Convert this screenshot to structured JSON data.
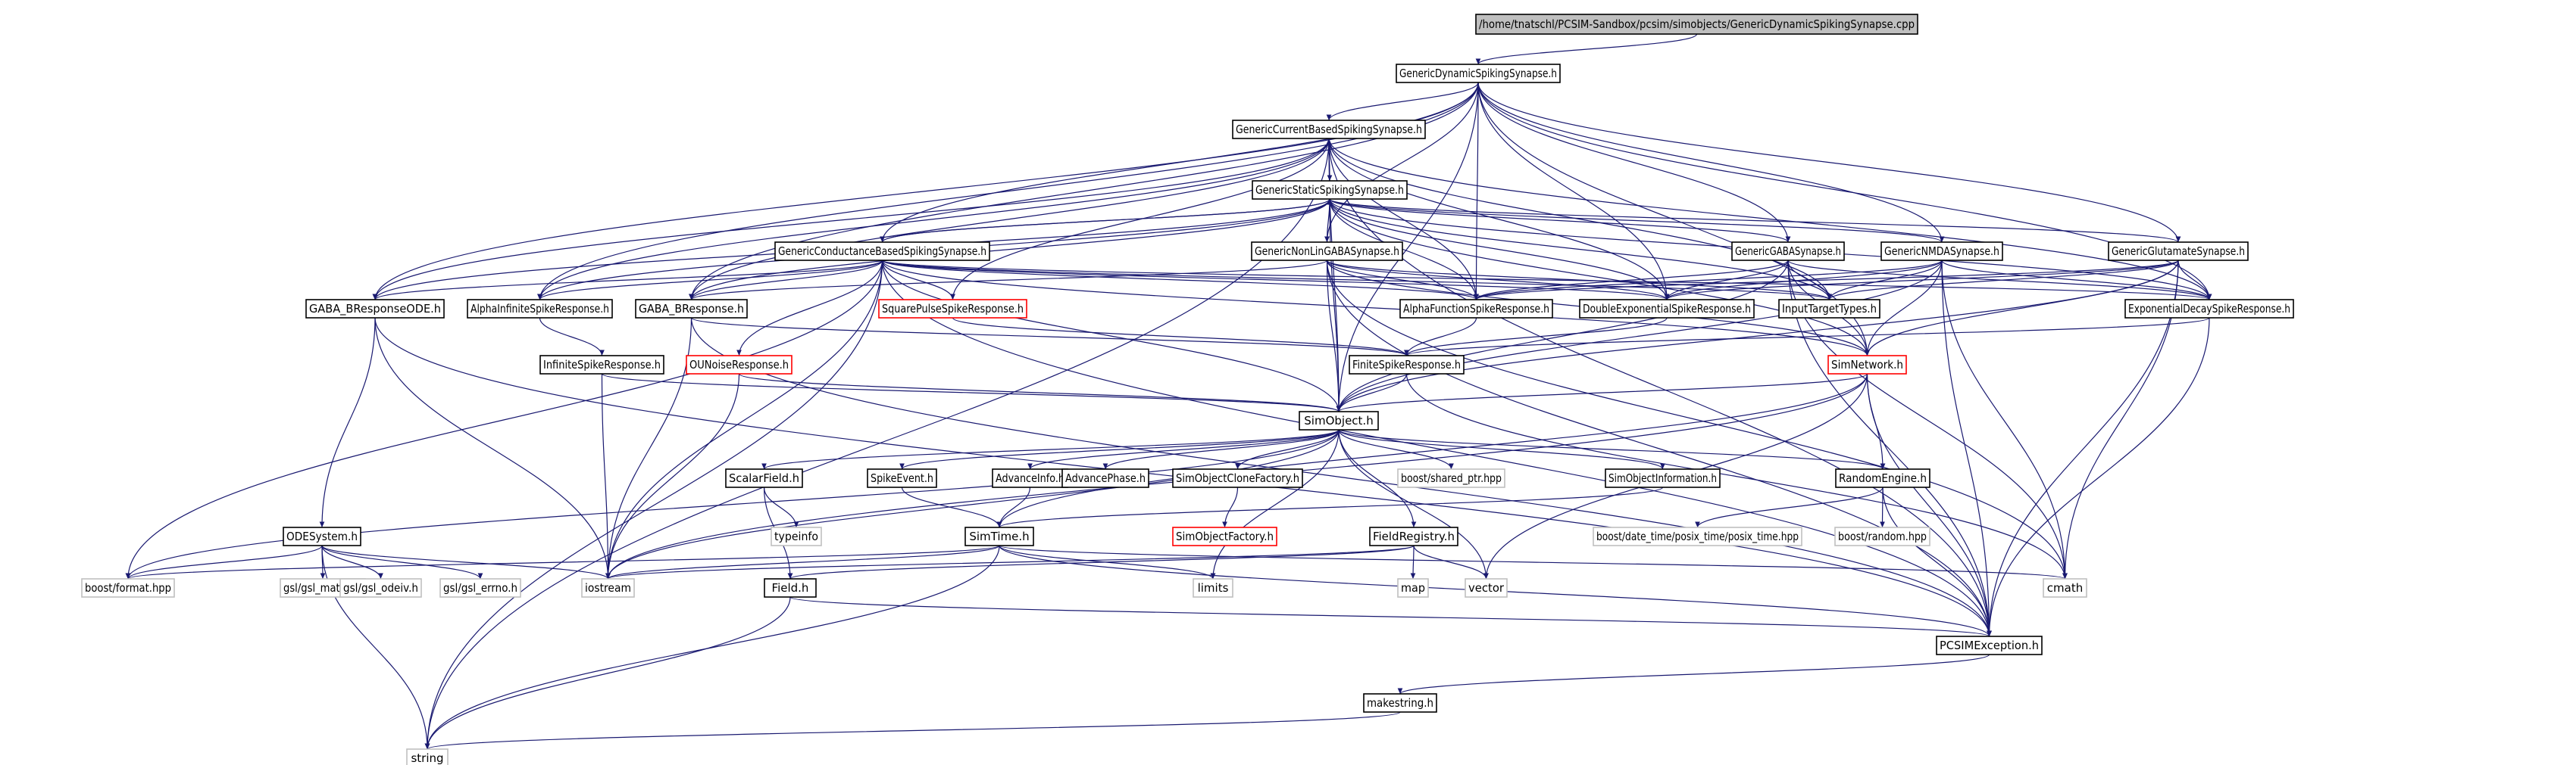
{
  "colors": {
    "edge": "#191970",
    "root_fill": "#bfbfbf",
    "node_border": "#000000",
    "missing_border": "#c0c0c0",
    "external_border": "#c0c0c0",
    "undocumented_border": "#ff0000"
  },
  "nodes": [
    {
      "id": "root",
      "label": "/home/tnatschl/PCSIM-Sandbox/pcsim/simobjects/GenericDynamicSpikingSynapse.cpp",
      "kind": "root"
    },
    {
      "id": "gdss",
      "label": "GenericDynamicSpikingSynapse.h",
      "kind": "normal"
    },
    {
      "id": "gcbss",
      "label": "GenericCurrentBasedSpikingSynapse.h",
      "kind": "normal"
    },
    {
      "id": "gsss",
      "label": "GenericStaticSpikingSynapse.h",
      "kind": "normal"
    },
    {
      "id": "gcondbss",
      "label": "GenericConductanceBasedSpikingSynapse.h",
      "kind": "normal"
    },
    {
      "id": "gnlgaba",
      "label": "GenericNonLinGABASynapse.h",
      "kind": "normal"
    },
    {
      "id": "ggaba",
      "label": "GenericGABASynapse.h",
      "kind": "normal"
    },
    {
      "id": "gnmda",
      "label": "GenericNMDASynapse.h",
      "kind": "normal"
    },
    {
      "id": "gglu",
      "label": "GenericGlutamateSynapse.h",
      "kind": "normal"
    },
    {
      "id": "gabaode",
      "label": "GABA_BResponseODE.h",
      "kind": "normal"
    },
    {
      "id": "alphainf",
      "label": "AlphaInfiniteSpikeResponse.h",
      "kind": "normal"
    },
    {
      "id": "gabab",
      "label": "GABA_BResponse.h",
      "kind": "normal"
    },
    {
      "id": "sqpulse",
      "label": "SquarePulseSpikeResponse.h",
      "kind": "undocumented"
    },
    {
      "id": "alphafn",
      "label": "AlphaFunctionSpikeResponse.h",
      "kind": "normal"
    },
    {
      "id": "dblexp",
      "label": "DoubleExponentialSpikeResponse.h",
      "kind": "normal"
    },
    {
      "id": "inputtt",
      "label": "InputTargetTypes.h",
      "kind": "normal"
    },
    {
      "id": "expdecay",
      "label": "ExponentialDecaySpikeResponse.h",
      "kind": "normal"
    },
    {
      "id": "infspike",
      "label": "InfiniteSpikeResponse.h",
      "kind": "normal"
    },
    {
      "id": "ounoise",
      "label": "OUNoiseResponse.h",
      "kind": "undocumented"
    },
    {
      "id": "finspike",
      "label": "FiniteSpikeResponse.h",
      "kind": "normal"
    },
    {
      "id": "simnet",
      "label": "SimNetwork.h",
      "kind": "undocumented"
    },
    {
      "id": "simobj",
      "label": "SimObject.h",
      "kind": "normal"
    },
    {
      "id": "scalar",
      "label": "ScalarField.h",
      "kind": "normal"
    },
    {
      "id": "spikeev",
      "label": "SpikeEvent.h",
      "kind": "normal"
    },
    {
      "id": "advinfo",
      "label": "AdvanceInfo.h",
      "kind": "normal"
    },
    {
      "id": "advphase",
      "label": "AdvancePhase.h",
      "kind": "normal"
    },
    {
      "id": "socf",
      "label": "SimObjectCloneFactory.h",
      "kind": "normal"
    },
    {
      "id": "boostsp",
      "label": "boost/shared_ptr.hpp",
      "kind": "external"
    },
    {
      "id": "soinfo",
      "label": "SimObjectInformation.h",
      "kind": "normal"
    },
    {
      "id": "randeng",
      "label": "RandomEngine.h",
      "kind": "normal"
    },
    {
      "id": "typeinfo",
      "label": "typeinfo",
      "kind": "external"
    },
    {
      "id": "simtime",
      "label": "SimTime.h",
      "kind": "normal"
    },
    {
      "id": "sofact",
      "label": "SimObjectFactory.h",
      "kind": "undocumented"
    },
    {
      "id": "fieldreg",
      "label": "FieldRegistry.h",
      "kind": "normal"
    },
    {
      "id": "boostdt",
      "label": "boost/date_time/posix_time/posix_time.hpp",
      "kind": "external"
    },
    {
      "id": "boostrand",
      "label": "boost/random.hpp",
      "kind": "external"
    },
    {
      "id": "odesys",
      "label": "ODESystem.h",
      "kind": "normal"
    },
    {
      "id": "boostfmt",
      "label": "boost/format.hpp",
      "kind": "external"
    },
    {
      "id": "gslmat",
      "label": "gsl/gsl_matrix.h",
      "kind": "external"
    },
    {
      "id": "gslodeiv",
      "label": "gsl/gsl_odeiv.h",
      "kind": "external"
    },
    {
      "id": "gslerrno",
      "label": "gsl/gsl_errno.h",
      "kind": "external"
    },
    {
      "id": "iostream",
      "label": "iostream",
      "kind": "external"
    },
    {
      "id": "field",
      "label": "Field.h",
      "kind": "normal"
    },
    {
      "id": "limits",
      "label": "limits",
      "kind": "external"
    },
    {
      "id": "map",
      "label": "map",
      "kind": "external"
    },
    {
      "id": "vector",
      "label": "vector",
      "kind": "external"
    },
    {
      "id": "cmath",
      "label": "cmath",
      "kind": "external"
    },
    {
      "id": "pcsimexc",
      "label": "PCSIMException.h",
      "kind": "normal"
    },
    {
      "id": "makestr",
      "label": "makestring.h",
      "kind": "normal"
    },
    {
      "id": "string",
      "label": "string",
      "kind": "external"
    }
  ],
  "edges": [
    [
      "root",
      "gdss"
    ],
    [
      "gdss",
      "gcbss"
    ],
    [
      "gdss",
      "gcondbss"
    ],
    [
      "gdss",
      "gnlgaba"
    ],
    [
      "gdss",
      "ggaba"
    ],
    [
      "gdss",
      "gnmda"
    ],
    [
      "gdss",
      "gglu"
    ],
    [
      "gdss",
      "gabaode"
    ],
    [
      "gdss",
      "alphainf"
    ],
    [
      "gdss",
      "gabab"
    ],
    [
      "gdss",
      "alphafn"
    ],
    [
      "gdss",
      "dblexp"
    ],
    [
      "gdss",
      "expdecay"
    ],
    [
      "gdss",
      "simobj"
    ],
    [
      "gdss",
      "simnet"
    ],
    [
      "gcbss",
      "gsss"
    ],
    [
      "gcbss",
      "sqpulse"
    ],
    [
      "gcbss",
      "alphafn"
    ],
    [
      "gcbss",
      "dblexp"
    ],
    [
      "gcbss",
      "expdecay"
    ],
    [
      "gcbss",
      "gabaode"
    ],
    [
      "gcbss",
      "alphainf"
    ],
    [
      "gcbss",
      "gabab"
    ],
    [
      "gcbss",
      "simobj"
    ],
    [
      "gcbss",
      "inputtt"
    ],
    [
      "gcbss",
      "string"
    ],
    [
      "gcbss",
      "pcsimexc"
    ],
    [
      "gsss",
      "gcbss"
    ],
    [
      "gsss",
      "gcondbss"
    ],
    [
      "gsss",
      "gnlgaba"
    ],
    [
      "gsss",
      "ggaba"
    ],
    [
      "gsss",
      "gnmda"
    ],
    [
      "gsss",
      "gglu"
    ],
    [
      "gsss",
      "alphafn"
    ],
    [
      "gsss",
      "dblexp"
    ],
    [
      "gsss",
      "expdecay"
    ],
    [
      "gsss",
      "gabaode"
    ],
    [
      "gsss",
      "alphainf"
    ],
    [
      "gsss",
      "gabab"
    ],
    [
      "gsss",
      "simobj"
    ],
    [
      "gsss",
      "simnet"
    ],
    [
      "gsss",
      "inputtt"
    ],
    [
      "gcondbss",
      "gsss"
    ],
    [
      "gcondbss",
      "gabaode"
    ],
    [
      "gcondbss",
      "alphainf"
    ],
    [
      "gcondbss",
      "gabab"
    ],
    [
      "gcondbss",
      "sqpulse"
    ],
    [
      "gcondbss",
      "ounoise"
    ],
    [
      "gcondbss",
      "alphafn"
    ],
    [
      "gcondbss",
      "dblexp"
    ],
    [
      "gcondbss",
      "inputtt"
    ],
    [
      "gcondbss",
      "expdecay"
    ],
    [
      "gcondbss",
      "simobj"
    ],
    [
      "gcondbss",
      "simnet"
    ],
    [
      "gcondbss",
      "boostfmt"
    ],
    [
      "gcondbss",
      "string"
    ],
    [
      "gcondbss",
      "pcsimexc"
    ],
    [
      "gcondbss",
      "iostream"
    ],
    [
      "gnlgaba",
      "gabab"
    ],
    [
      "gnlgaba",
      "alphafn"
    ],
    [
      "gnlgaba",
      "dblexp"
    ],
    [
      "gnlgaba",
      "inputtt"
    ],
    [
      "gnlgaba",
      "simobj"
    ],
    [
      "gnlgaba",
      "simnet"
    ],
    [
      "gnlgaba",
      "cmath"
    ],
    [
      "gnlgaba",
      "pcsimexc"
    ],
    [
      "ggaba",
      "alphafn"
    ],
    [
      "ggaba",
      "dblexp"
    ],
    [
      "ggaba",
      "inputtt"
    ],
    [
      "ggaba",
      "expdecay"
    ],
    [
      "ggaba",
      "simobj"
    ],
    [
      "ggaba",
      "simnet"
    ],
    [
      "ggaba",
      "cmath"
    ],
    [
      "ggaba",
      "pcsimexc"
    ],
    [
      "gnmda",
      "alphafn"
    ],
    [
      "gnmda",
      "dblexp"
    ],
    [
      "gnmda",
      "inputtt"
    ],
    [
      "gnmda",
      "expdecay"
    ],
    [
      "gnmda",
      "simobj"
    ],
    [
      "gnmda",
      "simnet"
    ],
    [
      "gnmda",
      "cmath"
    ],
    [
      "gnmda",
      "pcsimexc"
    ],
    [
      "gglu",
      "alphafn"
    ],
    [
      "gglu",
      "dblexp"
    ],
    [
      "gglu",
      "inputtt"
    ],
    [
      "gglu",
      "expdecay"
    ],
    [
      "gglu",
      "simobj"
    ],
    [
      "gglu",
      "simnet"
    ],
    [
      "gglu",
      "cmath"
    ],
    [
      "gglu",
      "pcsimexc"
    ],
    [
      "gabaode",
      "odesys"
    ],
    [
      "gabaode",
      "iostream"
    ],
    [
      "gabaode",
      "pcsimexc"
    ],
    [
      "alphainf",
      "infspike"
    ],
    [
      "gabab",
      "finspike"
    ],
    [
      "gabab",
      "iostream"
    ],
    [
      "gabab",
      "pcsimexc"
    ],
    [
      "sqpulse",
      "finspike"
    ],
    [
      "alphafn",
      "finspike"
    ],
    [
      "dblexp",
      "finspike"
    ],
    [
      "expdecay",
      "finspike"
    ],
    [
      "expdecay",
      "pcsimexc"
    ],
    [
      "infspike",
      "simobj"
    ],
    [
      "infspike",
      "iostream"
    ],
    [
      "ounoise",
      "simobj"
    ],
    [
      "ounoise",
      "iostream"
    ],
    [
      "finspike",
      "simobj"
    ],
    [
      "finspike",
      "cmath"
    ],
    [
      "simnet",
      "simobj"
    ],
    [
      "simnet",
      "randeng"
    ],
    [
      "simnet",
      "pcsimexc"
    ],
    [
      "simnet",
      "simtime"
    ],
    [
      "simnet",
      "iostream"
    ],
    [
      "simnet",
      "vector"
    ],
    [
      "simobj",
      "scalar"
    ],
    [
      "simobj",
      "spikeev"
    ],
    [
      "simobj",
      "advinfo"
    ],
    [
      "simobj",
      "advphase"
    ],
    [
      "simobj",
      "socf"
    ],
    [
      "simobj",
      "boostsp"
    ],
    [
      "simobj",
      "soinfo"
    ],
    [
      "simobj",
      "randeng"
    ],
    [
      "simobj",
      "fieldreg"
    ],
    [
      "simobj",
      "limits"
    ],
    [
      "simobj",
      "iostream"
    ],
    [
      "simobj",
      "vector"
    ],
    [
      "simobj",
      "boostfmt"
    ],
    [
      "scalar",
      "typeinfo"
    ],
    [
      "scalar",
      "field"
    ],
    [
      "spikeev",
      "simtime"
    ],
    [
      "advinfo",
      "simtime"
    ],
    [
      "socf",
      "sofact"
    ],
    [
      "soinfo",
      "simtime"
    ],
    [
      "randeng",
      "boostdt"
    ],
    [
      "randeng",
      "boostrand"
    ],
    [
      "randeng",
      "pcsimexc"
    ],
    [
      "simtime",
      "limits"
    ],
    [
      "simtime",
      "iostream"
    ],
    [
      "simtime",
      "boostfmt"
    ],
    [
      "simtime",
      "cmath"
    ],
    [
      "simtime",
      "pcsimexc"
    ],
    [
      "simtime",
      "string"
    ],
    [
      "fieldreg",
      "map"
    ],
    [
      "fieldreg",
      "vector"
    ],
    [
      "fieldreg",
      "field"
    ],
    [
      "fieldreg",
      "iostream"
    ],
    [
      "odesys",
      "gslmat"
    ],
    [
      "odesys",
      "gslodeiv"
    ],
    [
      "odesys",
      "gslerrno"
    ],
    [
      "odesys",
      "boostfmt"
    ],
    [
      "odesys",
      "iostream"
    ],
    [
      "odesys",
      "string"
    ],
    [
      "field",
      "pcsimexc"
    ],
    [
      "field",
      "string"
    ],
    [
      "pcsimexc",
      "makestr"
    ],
    [
      "makestr",
      "string"
    ]
  ]
}
